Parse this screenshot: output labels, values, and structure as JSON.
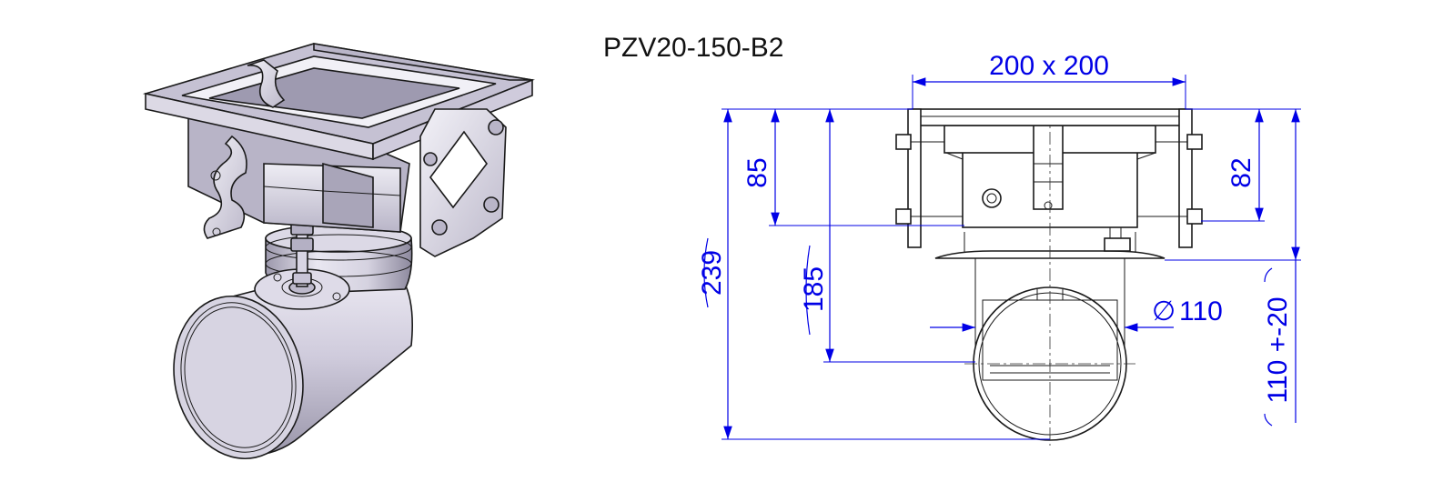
{
  "drawing": {
    "title": "PZV20-150-B2",
    "dimensions": {
      "top_width": "200 x 200",
      "height_85": "85",
      "height_82": "82",
      "height_239": "239",
      "height_185": "185",
      "diameter": "110",
      "diameter_symbol": "∅",
      "tolerance": "110 +-20"
    },
    "colors": {
      "dimension": "#0000e6",
      "outline": "#1a1a1a",
      "metal_light": "#e4e2ec",
      "metal_mid": "#c9c6d6",
      "metal_dark": "#8f8ca0"
    }
  }
}
